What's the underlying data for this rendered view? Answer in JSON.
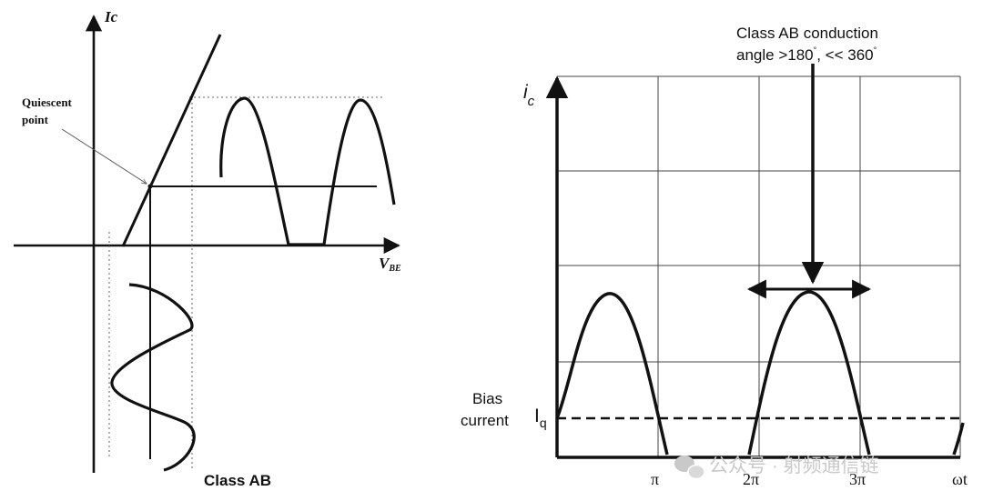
{
  "left": {
    "y_axis": "Ic",
    "x_axis_base": "V",
    "x_axis_sub": "BE",
    "annotation_line1": "Quiescent",
    "annotation_line2": "point",
    "caption": "Class AB"
  },
  "right": {
    "y_axis_base": "i",
    "y_axis_sub": "c",
    "title_line1": "Class AB conduction",
    "title_line2_a": "angle >180",
    "title_line2_deg1": "°",
    "title_line2_b": ", << 360",
    "title_line2_deg2": "°",
    "bias_line1": "Bias",
    "bias_line2": "current",
    "iq_base": "I",
    "iq_sub": "q",
    "x_axis": "ωt",
    "ticks": [
      "π",
      "2π",
      "3π"
    ]
  },
  "watermark": "公众号 · 射频通信链",
  "colors": {
    "ink": "#111111",
    "grid": "#444444",
    "watermark": "#c9c9c9"
  }
}
